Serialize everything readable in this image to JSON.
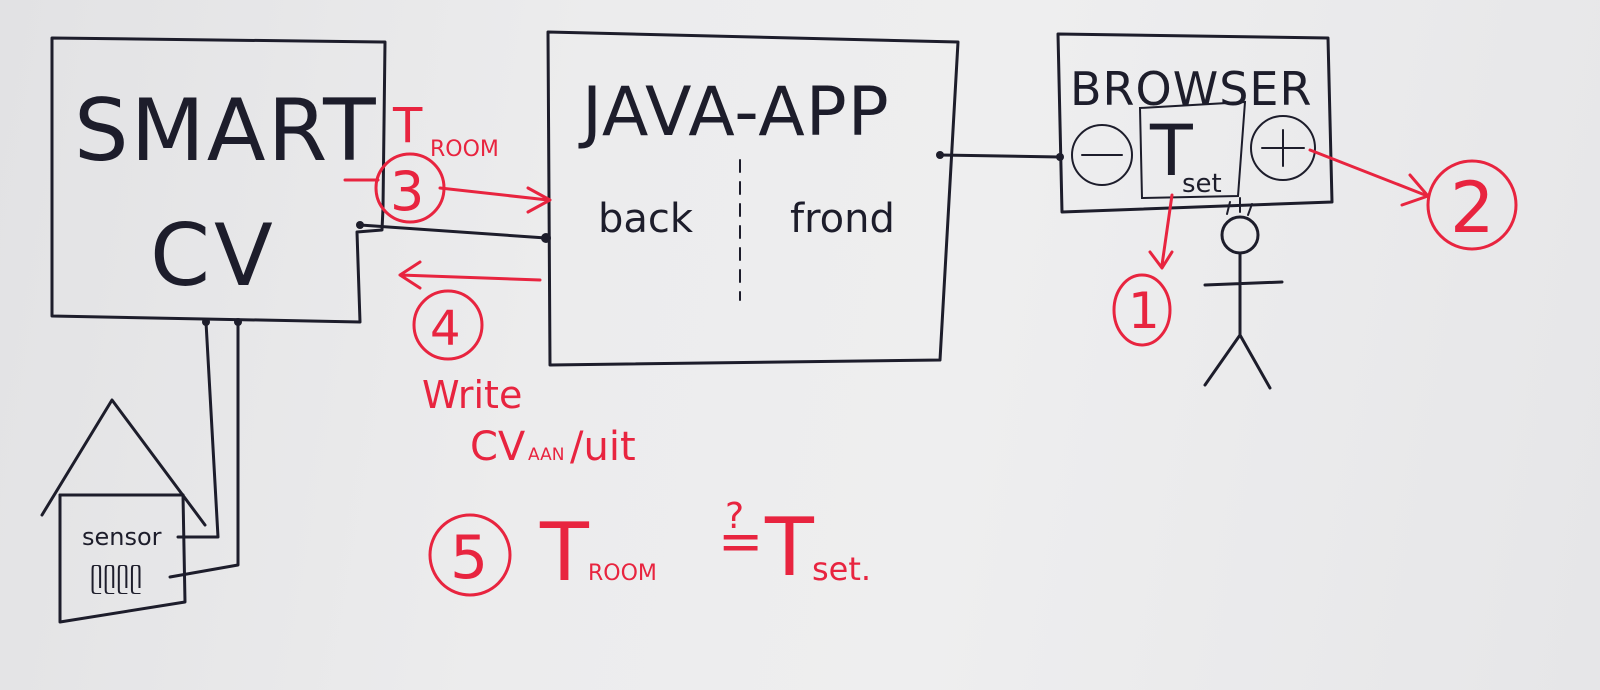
{
  "smart_cv": {
    "line1": "SMART",
    "line2": "CV"
  },
  "java_app": {
    "title": "JAVA-APP",
    "back": "back",
    "front": "frond"
  },
  "browser": {
    "title": "BROWSER",
    "minus": "⊖",
    "plus": "⊕",
    "t": "T",
    "set": "set"
  },
  "house": {
    "sensor": "sensor",
    "coil": "ᥫᥫᥫᥫ"
  },
  "steps": {
    "s1": "1",
    "s2": "2",
    "s3": "3",
    "s3_T": "T",
    "s3_sub": "ROOM",
    "s4": "4",
    "s4_label": "Write",
    "s4_cv": "CV",
    "s4_sub": "AAN",
    "s4_slash": "/uit",
    "s5": "5",
    "s5_T1": "T",
    "s5_sub1": "ROOM",
    "s5_q": "?",
    "s5_eq": "=",
    "s5_T2": "T",
    "s5_sub2": "set."
  },
  "colors": {
    "ink": "#1d1d2b",
    "red_marker": "#e8243f",
    "board": "#ececed"
  }
}
